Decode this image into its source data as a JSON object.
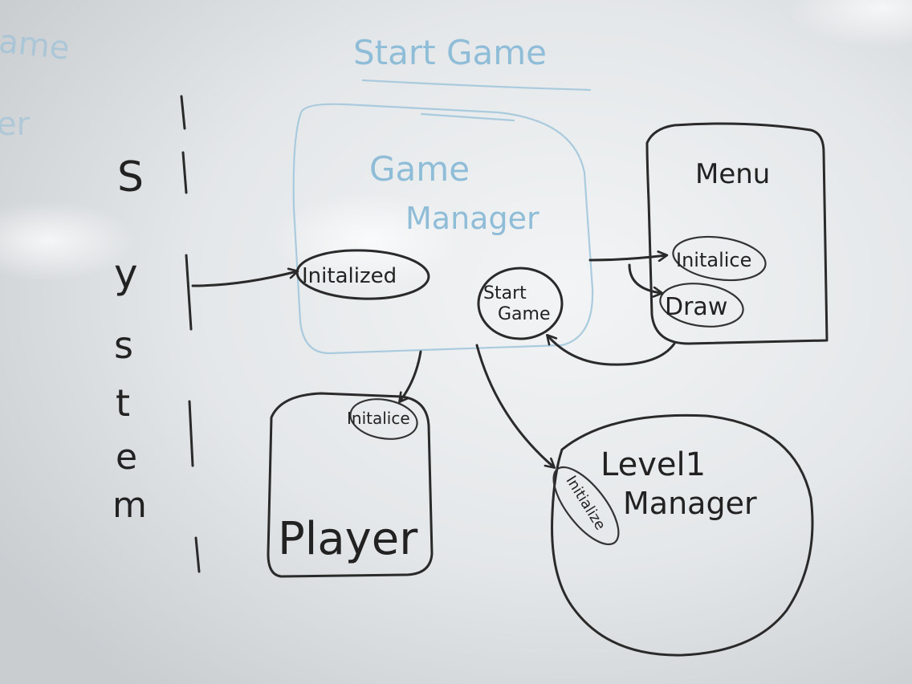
{
  "title": "Start Game",
  "colors": {
    "board": "#e9ecee",
    "black_marker": "#2a2a2a",
    "blue_marker": "#8fbdd8"
  },
  "faded_left": {
    "word1": "ame",
    "word2": "er"
  },
  "system": {
    "letters": [
      "S",
      "y",
      "s",
      "t",
      "e",
      "m"
    ]
  },
  "nodes": {
    "game_manager": {
      "line1": "Game",
      "line2": "Manager",
      "initalized": "Initalized",
      "start_game_line1": "Start",
      "start_game_line2": "Game"
    },
    "menu": {
      "title": "Menu",
      "initalice": "Initalice",
      "draw": "Draw"
    },
    "player": {
      "title": "Player",
      "initalice": "Initalice"
    },
    "level_manager": {
      "line1": "Level1",
      "line2": "Manager",
      "initialize": "Initialize"
    }
  }
}
